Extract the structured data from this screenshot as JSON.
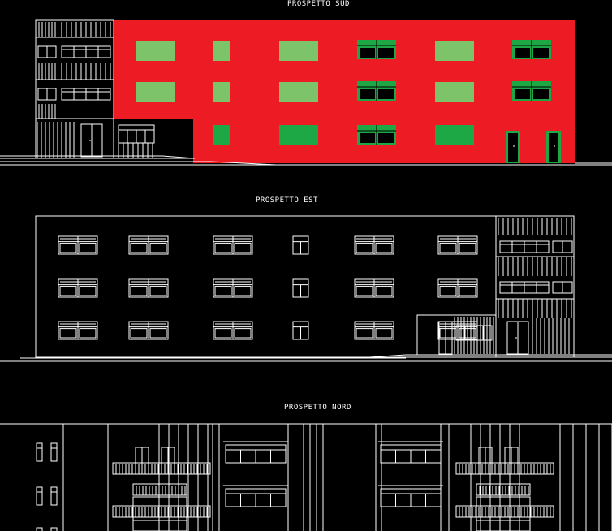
{
  "elevations": {
    "south": {
      "title": "PROSPETTO SUD"
    },
    "east": {
      "title": "PROSPETTO EST"
    },
    "north": {
      "title": "PROSPETTO NORD"
    }
  },
  "colors": {
    "background": "#000000",
    "line": "#ffffff",
    "wall_fill": "#ed1c24",
    "window_light_green": "#7cc36a",
    "window_dark_green": "#1da845"
  }
}
